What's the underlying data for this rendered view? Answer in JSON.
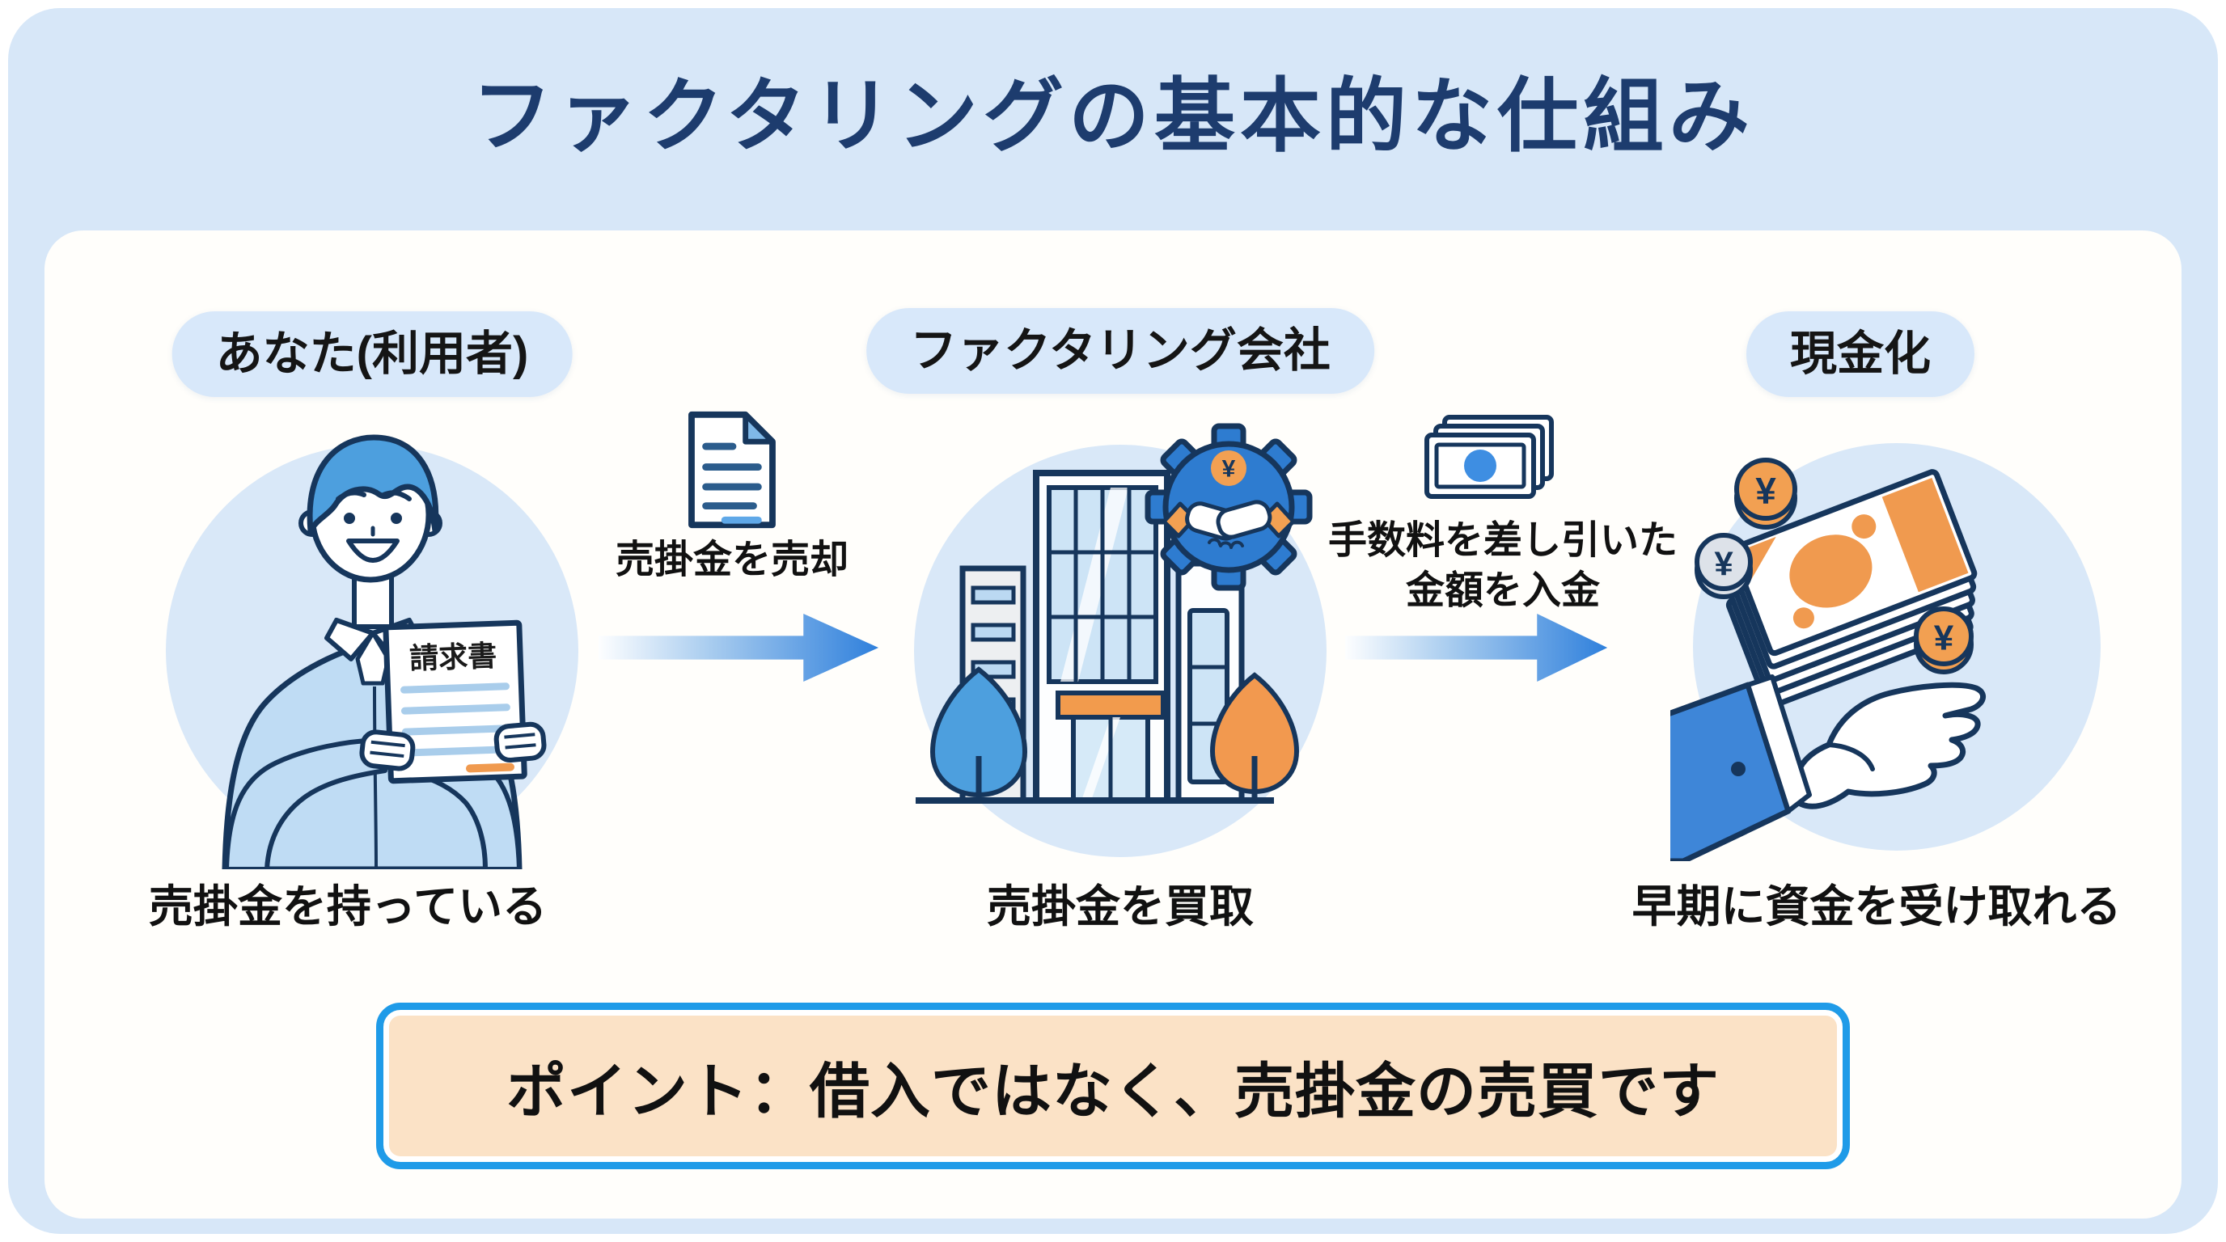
{
  "title": "ファクタリングの基本的な仕組み",
  "yen": "¥",
  "columns": [
    {
      "label": "あなた(利用者)",
      "caption": "売掛金を持っている"
    },
    {
      "label": "ファクタリング会社",
      "caption": "売掛金を買取"
    },
    {
      "label": "現金化",
      "caption": "早期に資金を受け取れる"
    }
  ],
  "arrows": [
    {
      "label": "売掛金を売却"
    },
    {
      "label_line1": "手数料を差し引いた",
      "label_line2": "金額を入金"
    }
  ],
  "invoice": {
    "title": "請求書"
  },
  "point": {
    "text": "ポイント：借入ではなく、売掛金の売買です"
  },
  "colors": {
    "banner_blue": "#D7E7F8",
    "panel_white": "#FFFEFB",
    "title_navy": "#1D3C6E",
    "pill_blue": "#D8E8FA",
    "text_black": "#1A1A1A",
    "arrow_blue": "#2F80DC",
    "outline_navy": "#16365C",
    "point_bg": "#FBE2C6",
    "point_border": "#1F9BE8",
    "illustration_blue": "#4D9FDE",
    "illustration_light_blue": "#D9E8F8",
    "orange": "#F09A4F"
  }
}
